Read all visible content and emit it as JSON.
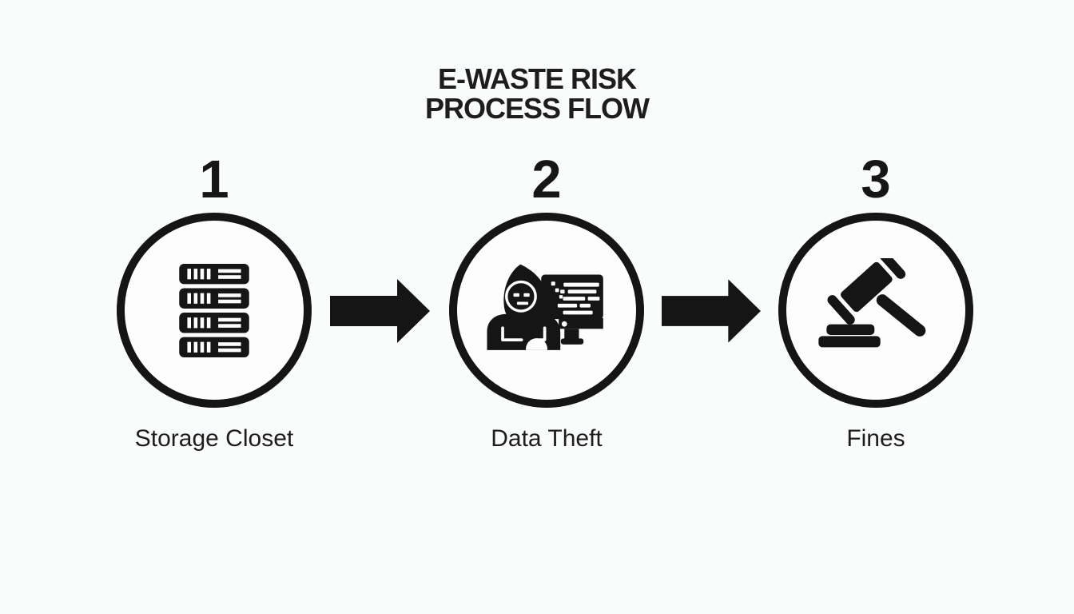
{
  "diagram": {
    "type": "process-flow",
    "background_color": "#fafbfb",
    "ink_color": "#151515"
  },
  "title": {
    "line1": "E-WASTE RISK",
    "line2": "PROCESS FLOW"
  },
  "steps": [
    {
      "number": "1",
      "label": "Storage Closet",
      "icon": "server-rack-icon"
    },
    {
      "number": "2",
      "label": "Data Theft",
      "icon": "hacker-computer-icon"
    },
    {
      "number": "3",
      "label": "Fines",
      "icon": "gavel-icon"
    }
  ],
  "connectors": [
    {
      "icon": "arrow-right-icon",
      "from": "Storage Closet",
      "to": "Data Theft"
    },
    {
      "icon": "arrow-right-icon",
      "from": "Data Theft",
      "to": "Fines"
    }
  ]
}
